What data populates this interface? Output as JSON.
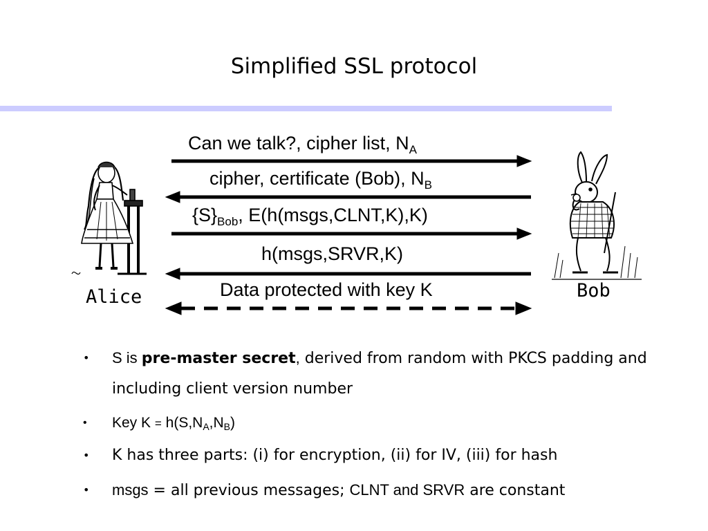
{
  "slide": {
    "title": "Simplified SSL protocol",
    "accent_rule_color": "#ccccff"
  },
  "participants": {
    "left": {
      "name": "Alice",
      "icon": "alice-illustration-icon"
    },
    "right": {
      "name": "Bob",
      "icon": "white-rabbit-illustration-icon"
    }
  },
  "messages": [
    {
      "direction": "alice-to-bob",
      "style": "solid",
      "text": "Can we talk?, cipher list, N",
      "sub": "A",
      "text_after": ""
    },
    {
      "direction": "bob-to-alice",
      "style": "solid",
      "text": "cipher, certificate (Bob), N",
      "sub": "B",
      "text_after": ""
    },
    {
      "direction": "alice-to-bob",
      "style": "solid",
      "text": "{S}",
      "sub": "Bob",
      "text_after": ", E(h(msgs,CLNT,K),K)"
    },
    {
      "direction": "bob-to-alice",
      "style": "solid",
      "text": "h(msgs,SRVR,K)",
      "sub": "",
      "text_after": ""
    },
    {
      "direction": "both",
      "style": "dashed",
      "text": "Data protected with key K",
      "sub": "",
      "text_after": ""
    }
  ],
  "bullets": {
    "b1": {
      "pre": "S is ",
      "bold": "pre-master secret",
      "comma": ",",
      "rest": " derived from random with PKCS padding and including client version number"
    },
    "b2": {
      "pre": "Key K ",
      "eq": "=",
      "h": " h(S,N",
      "sub_a": "A",
      "mid": ",N",
      "sub_b": "B",
      "close": ")"
    },
    "b3": {
      "text": "K has three parts: (i) for encryption, (ii) for IV, (iii) for hash"
    },
    "b4": {
      "p1": "msgs",
      "p2": " = all previous messages; ",
      "p3": "CLNT",
      "p4": " and ",
      "p5": "SRVR",
      "p6": " are  constant"
    }
  }
}
